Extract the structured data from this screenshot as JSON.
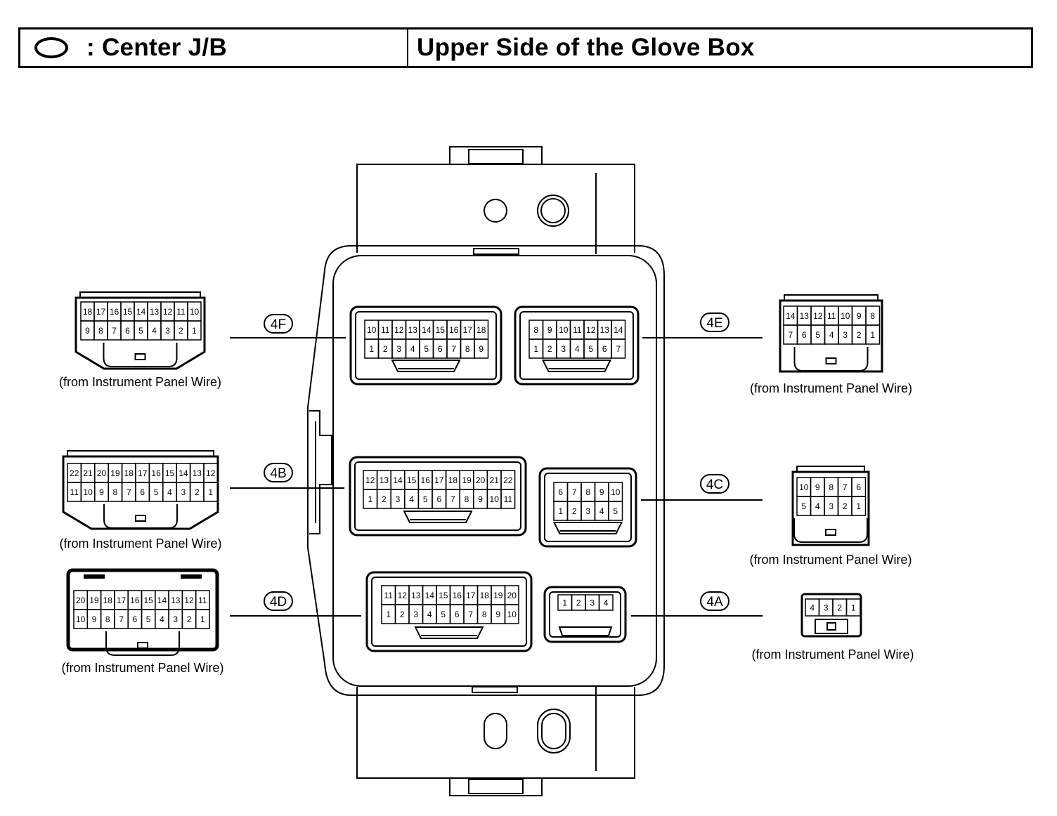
{
  "header": {
    "legend_label": ": Center J/B",
    "location": "Upper Side of the Glove Box"
  },
  "wire_caption": "(from Instrument Panel Wire)",
  "connectors": [
    {
      "id": "4F",
      "top_row": [
        18,
        17,
        16,
        15,
        14,
        13,
        12,
        11,
        10
      ],
      "bottom_row": [
        9,
        8,
        7,
        6,
        5,
        4,
        3,
        2,
        1
      ],
      "jb_top_row": [
        10,
        11,
        12,
        13,
        14,
        15,
        16,
        17,
        18
      ],
      "jb_bottom_row": [
        1,
        2,
        3,
        4,
        5,
        6,
        7,
        8,
        9
      ]
    },
    {
      "id": "4E",
      "top_row": [
        14,
        13,
        12,
        11,
        10,
        9,
        8
      ],
      "bottom_row": [
        7,
        6,
        5,
        4,
        3,
        2,
        1
      ],
      "jb_top_row": [
        8,
        9,
        10,
        11,
        12,
        13,
        14
      ],
      "jb_bottom_row": [
        1,
        2,
        3,
        4,
        5,
        6,
        7
      ]
    },
    {
      "id": "4B",
      "top_row": [
        22,
        21,
        20,
        19,
        18,
        17,
        16,
        15,
        14,
        13,
        12
      ],
      "bottom_row": [
        11,
        10,
        9,
        8,
        7,
        6,
        5,
        4,
        3,
        2,
        1
      ],
      "jb_top_row": [
        12,
        13,
        14,
        15,
        16,
        17,
        18,
        19,
        20,
        21,
        22
      ],
      "jb_bottom_row": [
        1,
        2,
        3,
        4,
        5,
        6,
        7,
        8,
        9,
        10,
        11
      ]
    },
    {
      "id": "4C",
      "top_row": [
        10,
        9,
        8,
        7,
        6
      ],
      "bottom_row": [
        5,
        4,
        3,
        2,
        1
      ],
      "jb_top_row": [
        6,
        7,
        8,
        9,
        10
      ],
      "jb_bottom_row": [
        1,
        2,
        3,
        4,
        5
      ]
    },
    {
      "id": "4D",
      "top_row": [
        20,
        19,
        18,
        17,
        16,
        15,
        14,
        13,
        12,
        11
      ],
      "bottom_row": [
        10,
        9,
        8,
        7,
        6,
        5,
        4,
        3,
        2,
        1
      ],
      "jb_top_row": [
        11,
        12,
        13,
        14,
        15,
        16,
        17,
        18,
        19,
        20
      ],
      "jb_bottom_row": [
        1,
        2,
        3,
        4,
        5,
        6,
        7,
        8,
        9,
        10
      ]
    },
    {
      "id": "4A",
      "top_row": [
        4,
        3,
        2,
        1
      ],
      "bottom_row": [],
      "jb_top_row": [
        1,
        2,
        3,
        4
      ],
      "jb_bottom_row": []
    }
  ]
}
